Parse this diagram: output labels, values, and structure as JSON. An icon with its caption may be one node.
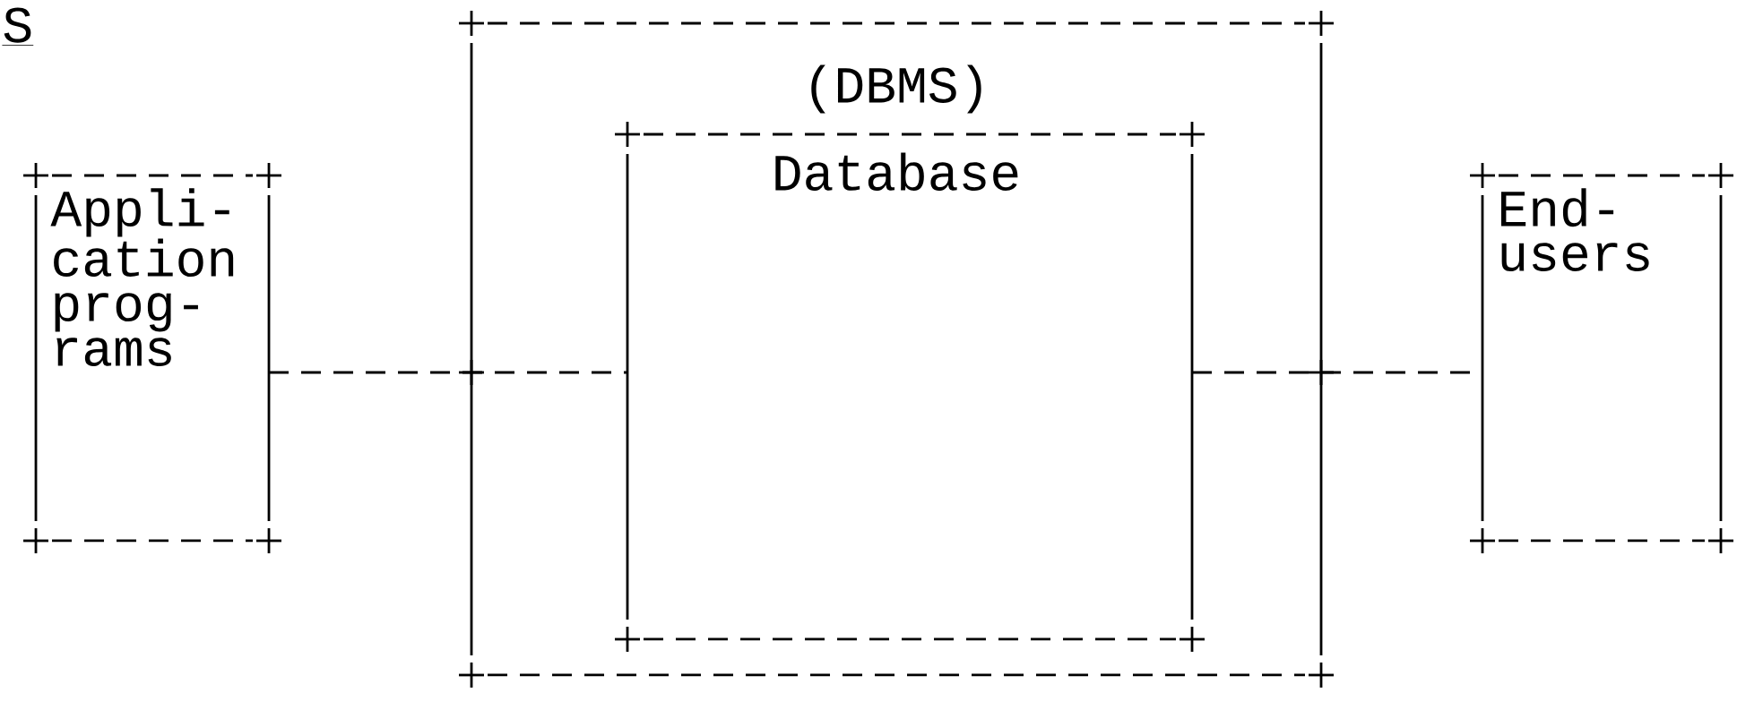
{
  "diagram": {
    "nodes": [
      {
        "text": [
          "(DBMS)"
        ]
      },
      {
        "text": [
          "Database"
        ],
        "in": 0
      },
      {
        "text": [
          "Appli- cation prog- rams"
        ]
      },
      {
        "text": [
          "End- users"
        ]
      }
    ],
    "edges": [
      {
        "from": 2,
        "to": 1,
        "arrow": "none"
      },
      {
        "from": 1,
        "to": 3,
        "arrow": "none"
      }
    ],
    "labels": [
      "S"
    ]
  }
}
